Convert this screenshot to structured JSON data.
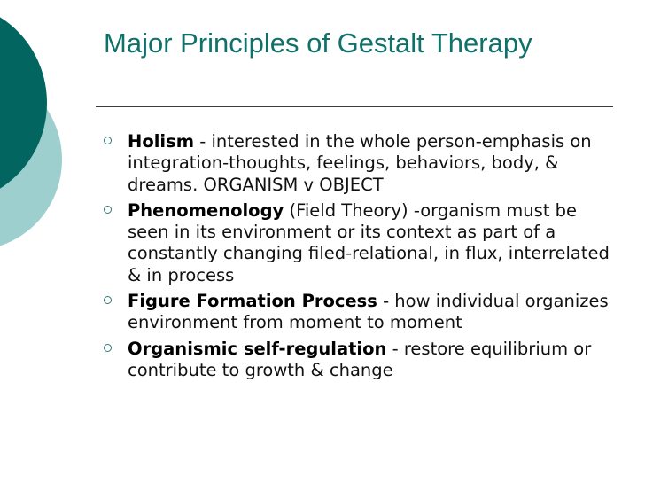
{
  "slide": {
    "title": "Major Principles of Gestalt Therapy",
    "colors": {
      "title": "#10706a",
      "accent_dark": "#02655f",
      "accent_light": "#9ecfcf",
      "bullet": "#2d7a77",
      "rule": "#3a3a3a"
    },
    "bullets": [
      {
        "icon": "hollow-circle-bullet",
        "term": "Holism",
        "text": " - interested in the whole person-emphasis on integration-thoughts, feelings, behaviors, body, & dreams. ORGANISM v OBJECT"
      },
      {
        "icon": "hollow-circle-bullet",
        "term": "Phenomenology",
        "text": " (Field Theory) -organism must be seen in its environment or its context as part of a constantly changing filed-relational, in flux, interrelated & in process"
      },
      {
        "icon": "hollow-circle-bullet",
        "term": "Figure Formation Process",
        "text": " - how individual organizes environment from moment to moment"
      },
      {
        "icon": "hollow-circle-bullet",
        "term": "Organismic self-regulation",
        "text": " - restore equilibrium or contribute to growth & change"
      }
    ]
  }
}
